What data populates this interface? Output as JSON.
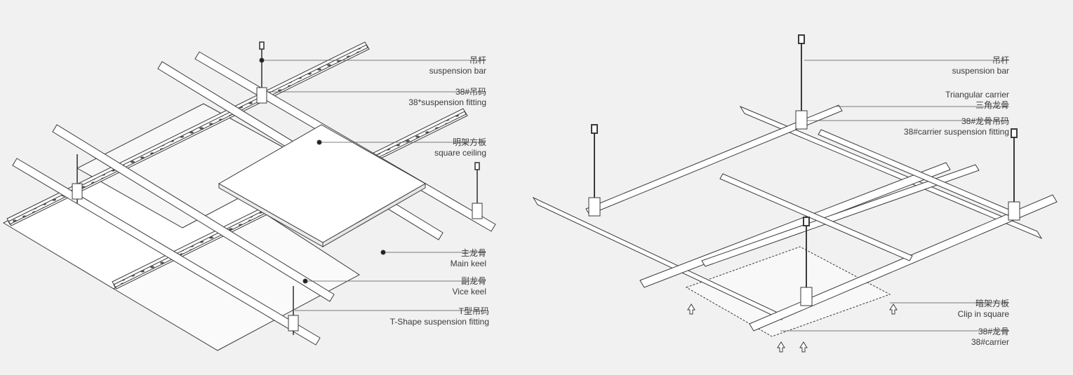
{
  "left_diagram": {
    "labels": [
      {
        "zh": "吊杆",
        "en": "suspension bar"
      },
      {
        "zh": "38#吊码",
        "en": "38*suspension fitting"
      },
      {
        "zh": "明架方板",
        "en": "square ceiling"
      },
      {
        "zh": "主龙骨",
        "en": "Main keel"
      },
      {
        "zh": "副龙骨",
        "en": "Vice keel"
      },
      {
        "zh": "T型吊码",
        "en": "T-Shape suspension fitting"
      }
    ]
  },
  "right_diagram": {
    "labels": [
      {
        "zh": "吊杆",
        "en": "suspension bar"
      },
      {
        "line1": "Triangular carrier",
        "line2": "三角龙骨"
      },
      {
        "zh": "38#龙骨吊码",
        "en": "38#carrier suspension fitting"
      },
      {
        "zh": "暗架方板",
        "en": "Clip in square"
      },
      {
        "zh": "38#龙骨",
        "en": "38#carrier"
      }
    ]
  },
  "colors": {
    "background": "#f1f1f1",
    "line": "#3a3a3a",
    "fill": "#ffffff"
  }
}
